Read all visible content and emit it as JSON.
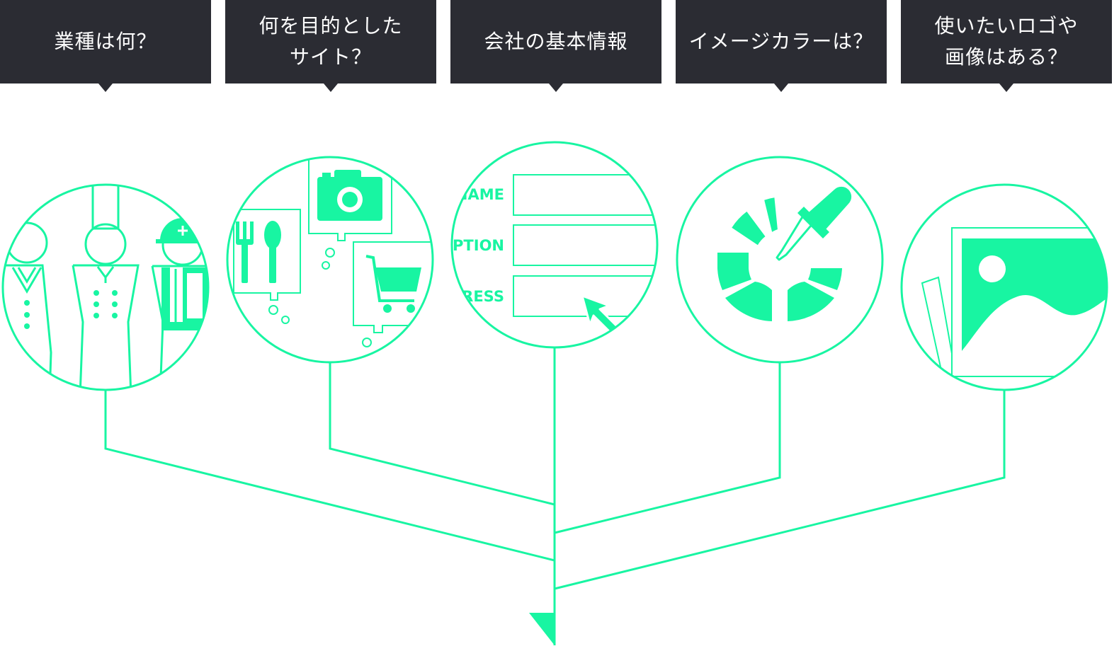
{
  "colors": {
    "accent": "#18f5a2",
    "bubble_bg": "#2b2c33",
    "bubble_text": "#ffffff"
  },
  "bubbles": [
    {
      "label": "業種は何？",
      "icon": "people-icon"
    },
    {
      "label": "何を目的とした\nサイト？",
      "icon": "purpose-icon"
    },
    {
      "label": "会社の基本情報",
      "icon": "form-icon"
    },
    {
      "label": "イメージカラーは？",
      "icon": "color-picker-icon"
    },
    {
      "label": "使いたいロゴや\n画像はある？",
      "icon": "image-icon"
    }
  ],
  "form": {
    "name_label": "NAME",
    "description_label": "CRIPTION",
    "address_label": "DRESS"
  }
}
